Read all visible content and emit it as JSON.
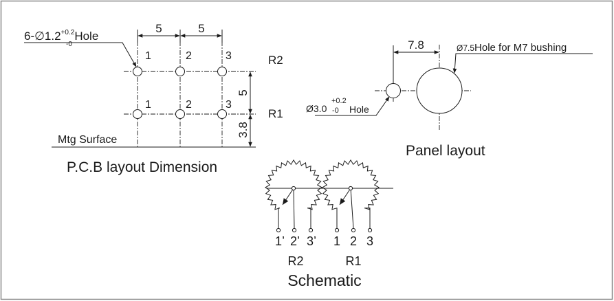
{
  "pcb": {
    "title": "P.C.B layout Dimension",
    "hole_note": "6-∅1.2",
    "hole_tol_plus": "+0.2",
    "hole_tol_minus": "-0",
    "hole_suffix": "Hole",
    "dim_pitch_1": "5",
    "dim_pitch_2": "5",
    "dim_row_pitch": "5",
    "dim_mount": "3.8",
    "row_label_top": "R2",
    "row_label_bottom": "R1",
    "pins_top": [
      "1",
      "2",
      "3"
    ],
    "pins_bottom": [
      "1",
      "2",
      "3"
    ],
    "mtg_surface": "Mtg Surface"
  },
  "panel": {
    "title": "Panel layout",
    "dim_offset": "7.8",
    "bushing_dia": "Ø7.5",
    "bushing_note": "Hole for M7 bushing",
    "small_dia": "Ø3.0",
    "small_tol_plus": "+0.2",
    "small_tol_minus": "-0",
    "small_suffix": "Hole"
  },
  "schematic": {
    "title": "Schematic",
    "left_pins": [
      "1’",
      "2’",
      "3’"
    ],
    "right_pins": [
      "1",
      "2",
      "3"
    ],
    "left_label": "R2",
    "right_label": "R1"
  }
}
